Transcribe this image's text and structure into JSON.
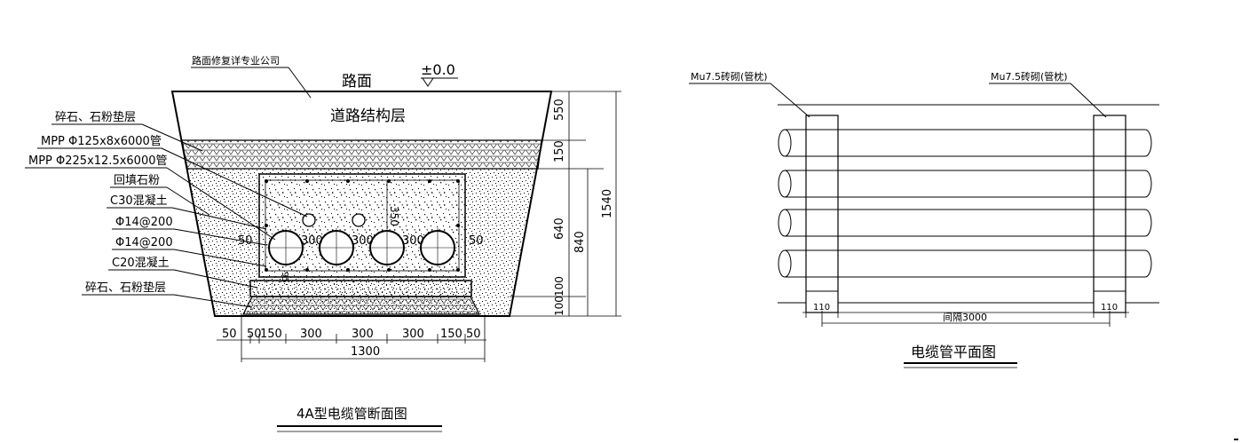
{
  "section": {
    "company": "路面修复详专业公司",
    "road_surface": "路面",
    "elevation": "±0.0",
    "road_structure": "道路结构层",
    "labels": [
      "碎石、石粉垫层",
      "MPP Φ125x8x6000管",
      "MPP Φ225x12.5x6000管",
      "回填石粉",
      "C30混凝土",
      "Φ14@200",
      "Φ14@200",
      "C20混凝土",
      "碎石、石粉垫层"
    ],
    "right_dims": [
      "550",
      "150",
      "640",
      "840",
      "100",
      "100",
      "1540"
    ],
    "inner_dims": [
      "50",
      "300",
      "300",
      "300",
      "50",
      "350",
      "95"
    ],
    "bottom_dims": [
      "50",
      "50",
      "150",
      "300",
      "300",
      "300",
      "150",
      "50"
    ],
    "bottom_total": "1300",
    "title": "4A型电缆管断面图"
  },
  "plan": {
    "left_label": "Mu7.5砖砌(管枕)",
    "right_label": "Mu7.5砖砌(管枕)",
    "left_dim": "110",
    "right_dim": "110",
    "spacing": "间隔3000",
    "title": "电缆管平面图"
  },
  "colors": {
    "line": "#000000",
    "background": "#ffffff"
  }
}
